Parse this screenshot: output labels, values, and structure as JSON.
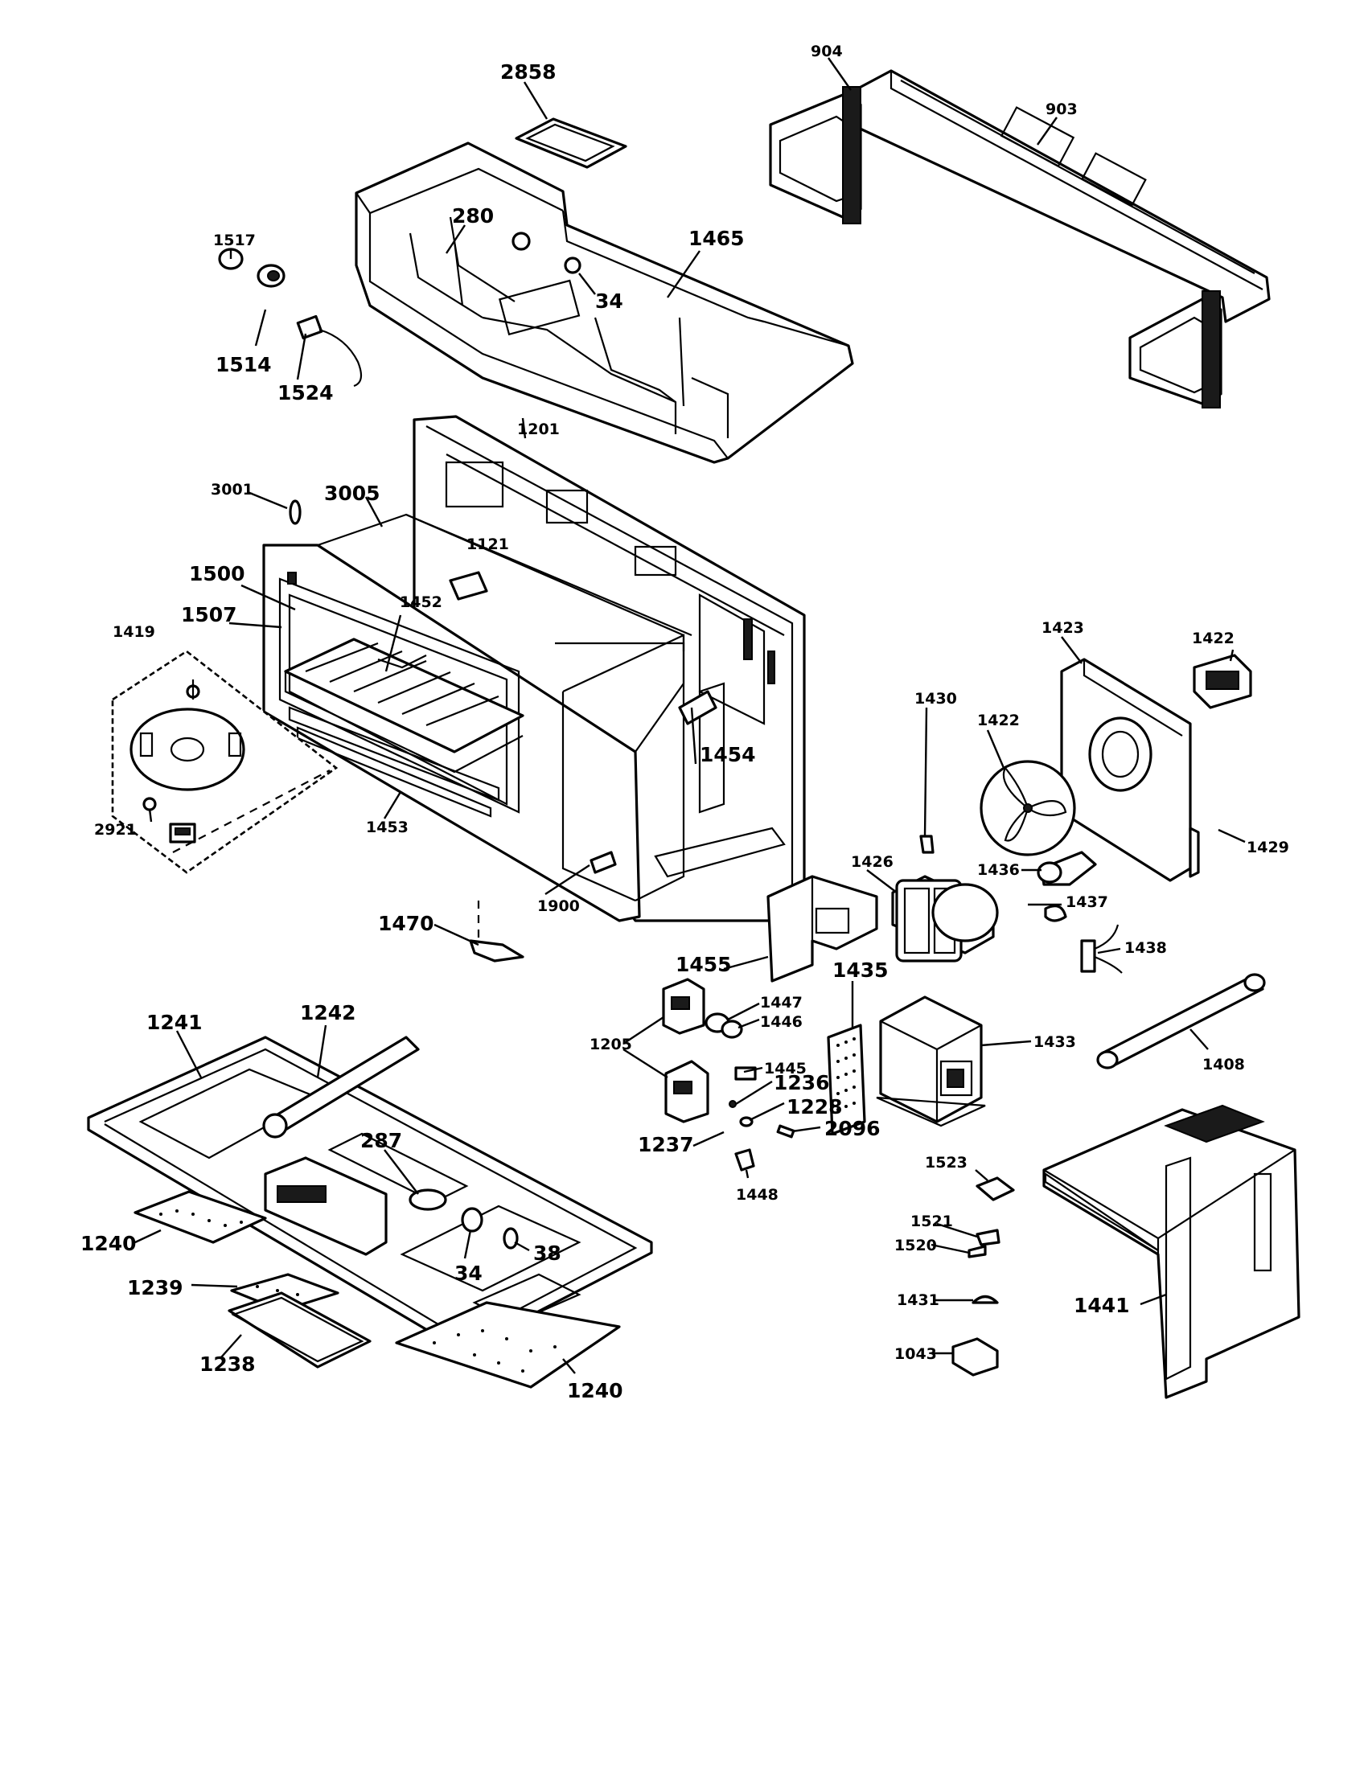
{
  "labels": {
    "l2858": "2858",
    "l904": "904",
    "l903": "903",
    "l280": "280",
    "l1465": "1465",
    "l34a": "34",
    "l1517": "1517",
    "l1514": "1514",
    "l1524": "1524",
    "l1201": "1201",
    "l3001": "3001",
    "l3005": "3005",
    "l1121": "1121",
    "l1500": "1500",
    "l1507": "1507",
    "l1452": "1452",
    "l1419": "1419",
    "l2921": "2921",
    "l1453": "1453",
    "l1454": "1454",
    "l1900": "1900",
    "l1470": "1470",
    "l1423": "1423",
    "l1422a": "1422",
    "l1422b": "1422",
    "l1430": "1430",
    "l1429": "1429",
    "l1426": "1426",
    "l1436": "1436",
    "l1437": "1437",
    "l1438": "1438",
    "l1455": "1455",
    "l1435": "1435",
    "l1433": "1433",
    "l1408": "1408",
    "l1447": "1447",
    "l1446": "1446",
    "l1205": "1205",
    "l1445": "1445",
    "l1236": "1236",
    "l1228": "1228",
    "l2096": "2096",
    "l1237": "1237",
    "l1448": "1448",
    "l1241": "1241",
    "l1242": "1242",
    "l287": "287",
    "l1240a": "1240",
    "l1240b": "1240",
    "l34b": "34",
    "l38": "38",
    "l1239": "1239",
    "l1238": "1238",
    "l1523": "1523",
    "l1521": "1521",
    "l1520": "1520",
    "l1431": "1431",
    "l1043": "1043",
    "l1441": "1441"
  }
}
